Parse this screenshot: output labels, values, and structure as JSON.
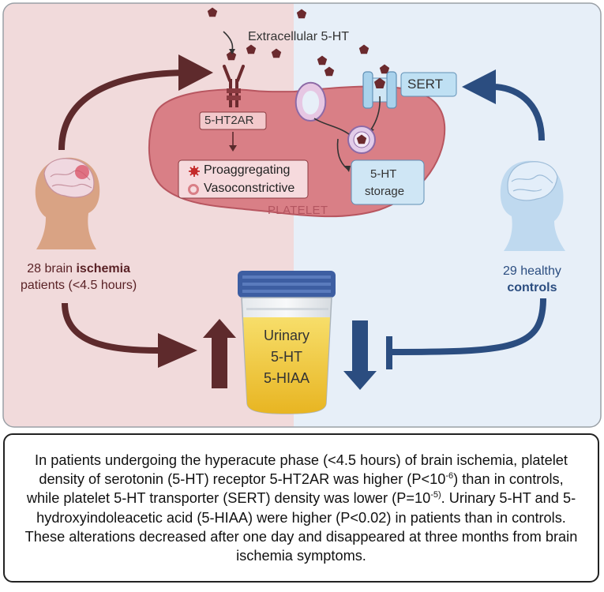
{
  "labels": {
    "extracellular": "Extracellular 5-HT",
    "sert": "SERT",
    "receptor": "5-HT2AR",
    "proaggregating": "Proaggregating",
    "vasoconstrictive": "Vasoconstrictive",
    "storage_line1": "5-HT",
    "storage_line2": "storage",
    "platelet": "PLATELET",
    "patients_line1_prefix": "28 brain ",
    "patients_line1_bold": "ischemia",
    "patients_line2": "patients (<4.5 hours)",
    "controls_line1": "29 healthy",
    "controls_line2": "controls",
    "cup_line1": "Urinary",
    "cup_line2": "5-HT",
    "cup_line3": "5-HIAA"
  },
  "summary": {
    "s1": "In patients undergoing the hyperacute phase (<4.5 hours) of brain ischemia, platelet density of serotonin (5-HT) receptor 5-HT2AR was higher (P<10",
    "e1": "-6",
    "s2": ") than in controls, while platelet 5-HT transporter (SERT) density was lower (P=10",
    "e2": "-5)",
    "s3": ". Urinary 5-HT and 5-hydroxyindoleacetic acid (5-HIAA) were higher (P<0.02) in patients than in controls. These alterations decreased after one day and disappeared at three months from brain ischemia symptoms."
  },
  "colors": {
    "patient_bg": "#f1dadb",
    "control_bg": "#e7eff8",
    "platelet": "#d97f86",
    "up_arrow": "#5e2a2c",
    "down_arrow": "#2b4d80",
    "molecule": "#6b2a2e",
    "sert": "#a9d2ec",
    "urine": "#f3c93a",
    "lid": "#3d5ea2"
  }
}
